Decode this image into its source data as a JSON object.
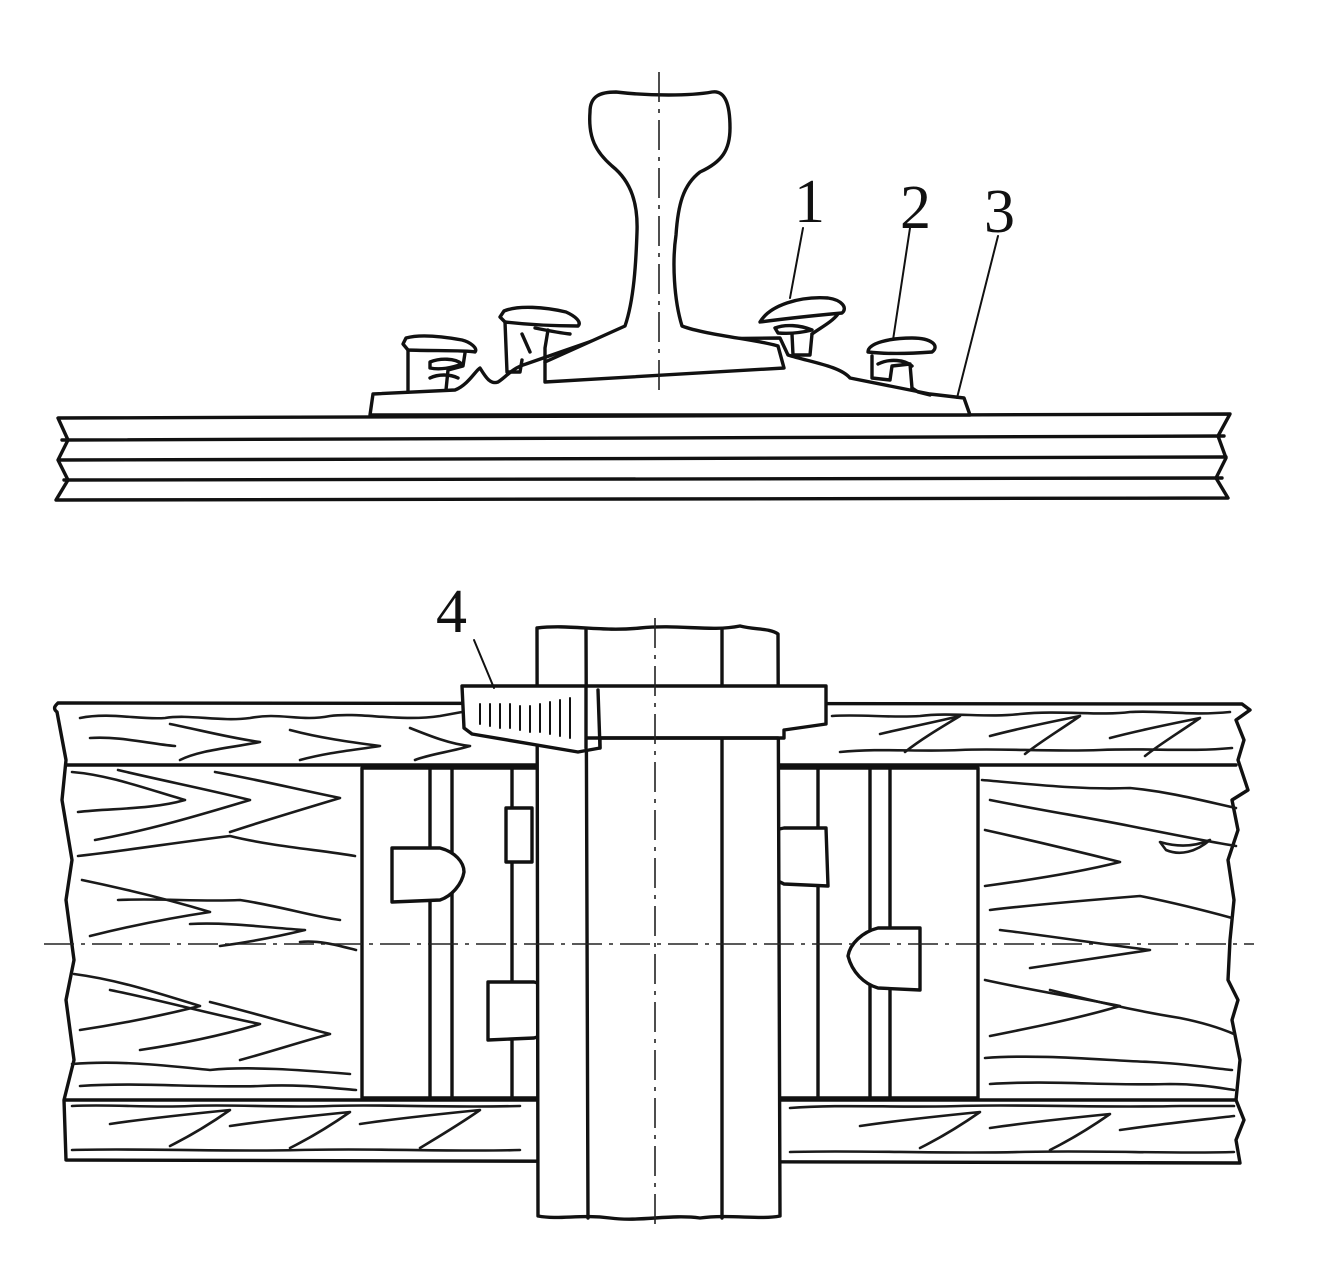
{
  "callouts": {
    "c1": "1",
    "c2": "2",
    "c3": "3",
    "c4": "4"
  }
}
